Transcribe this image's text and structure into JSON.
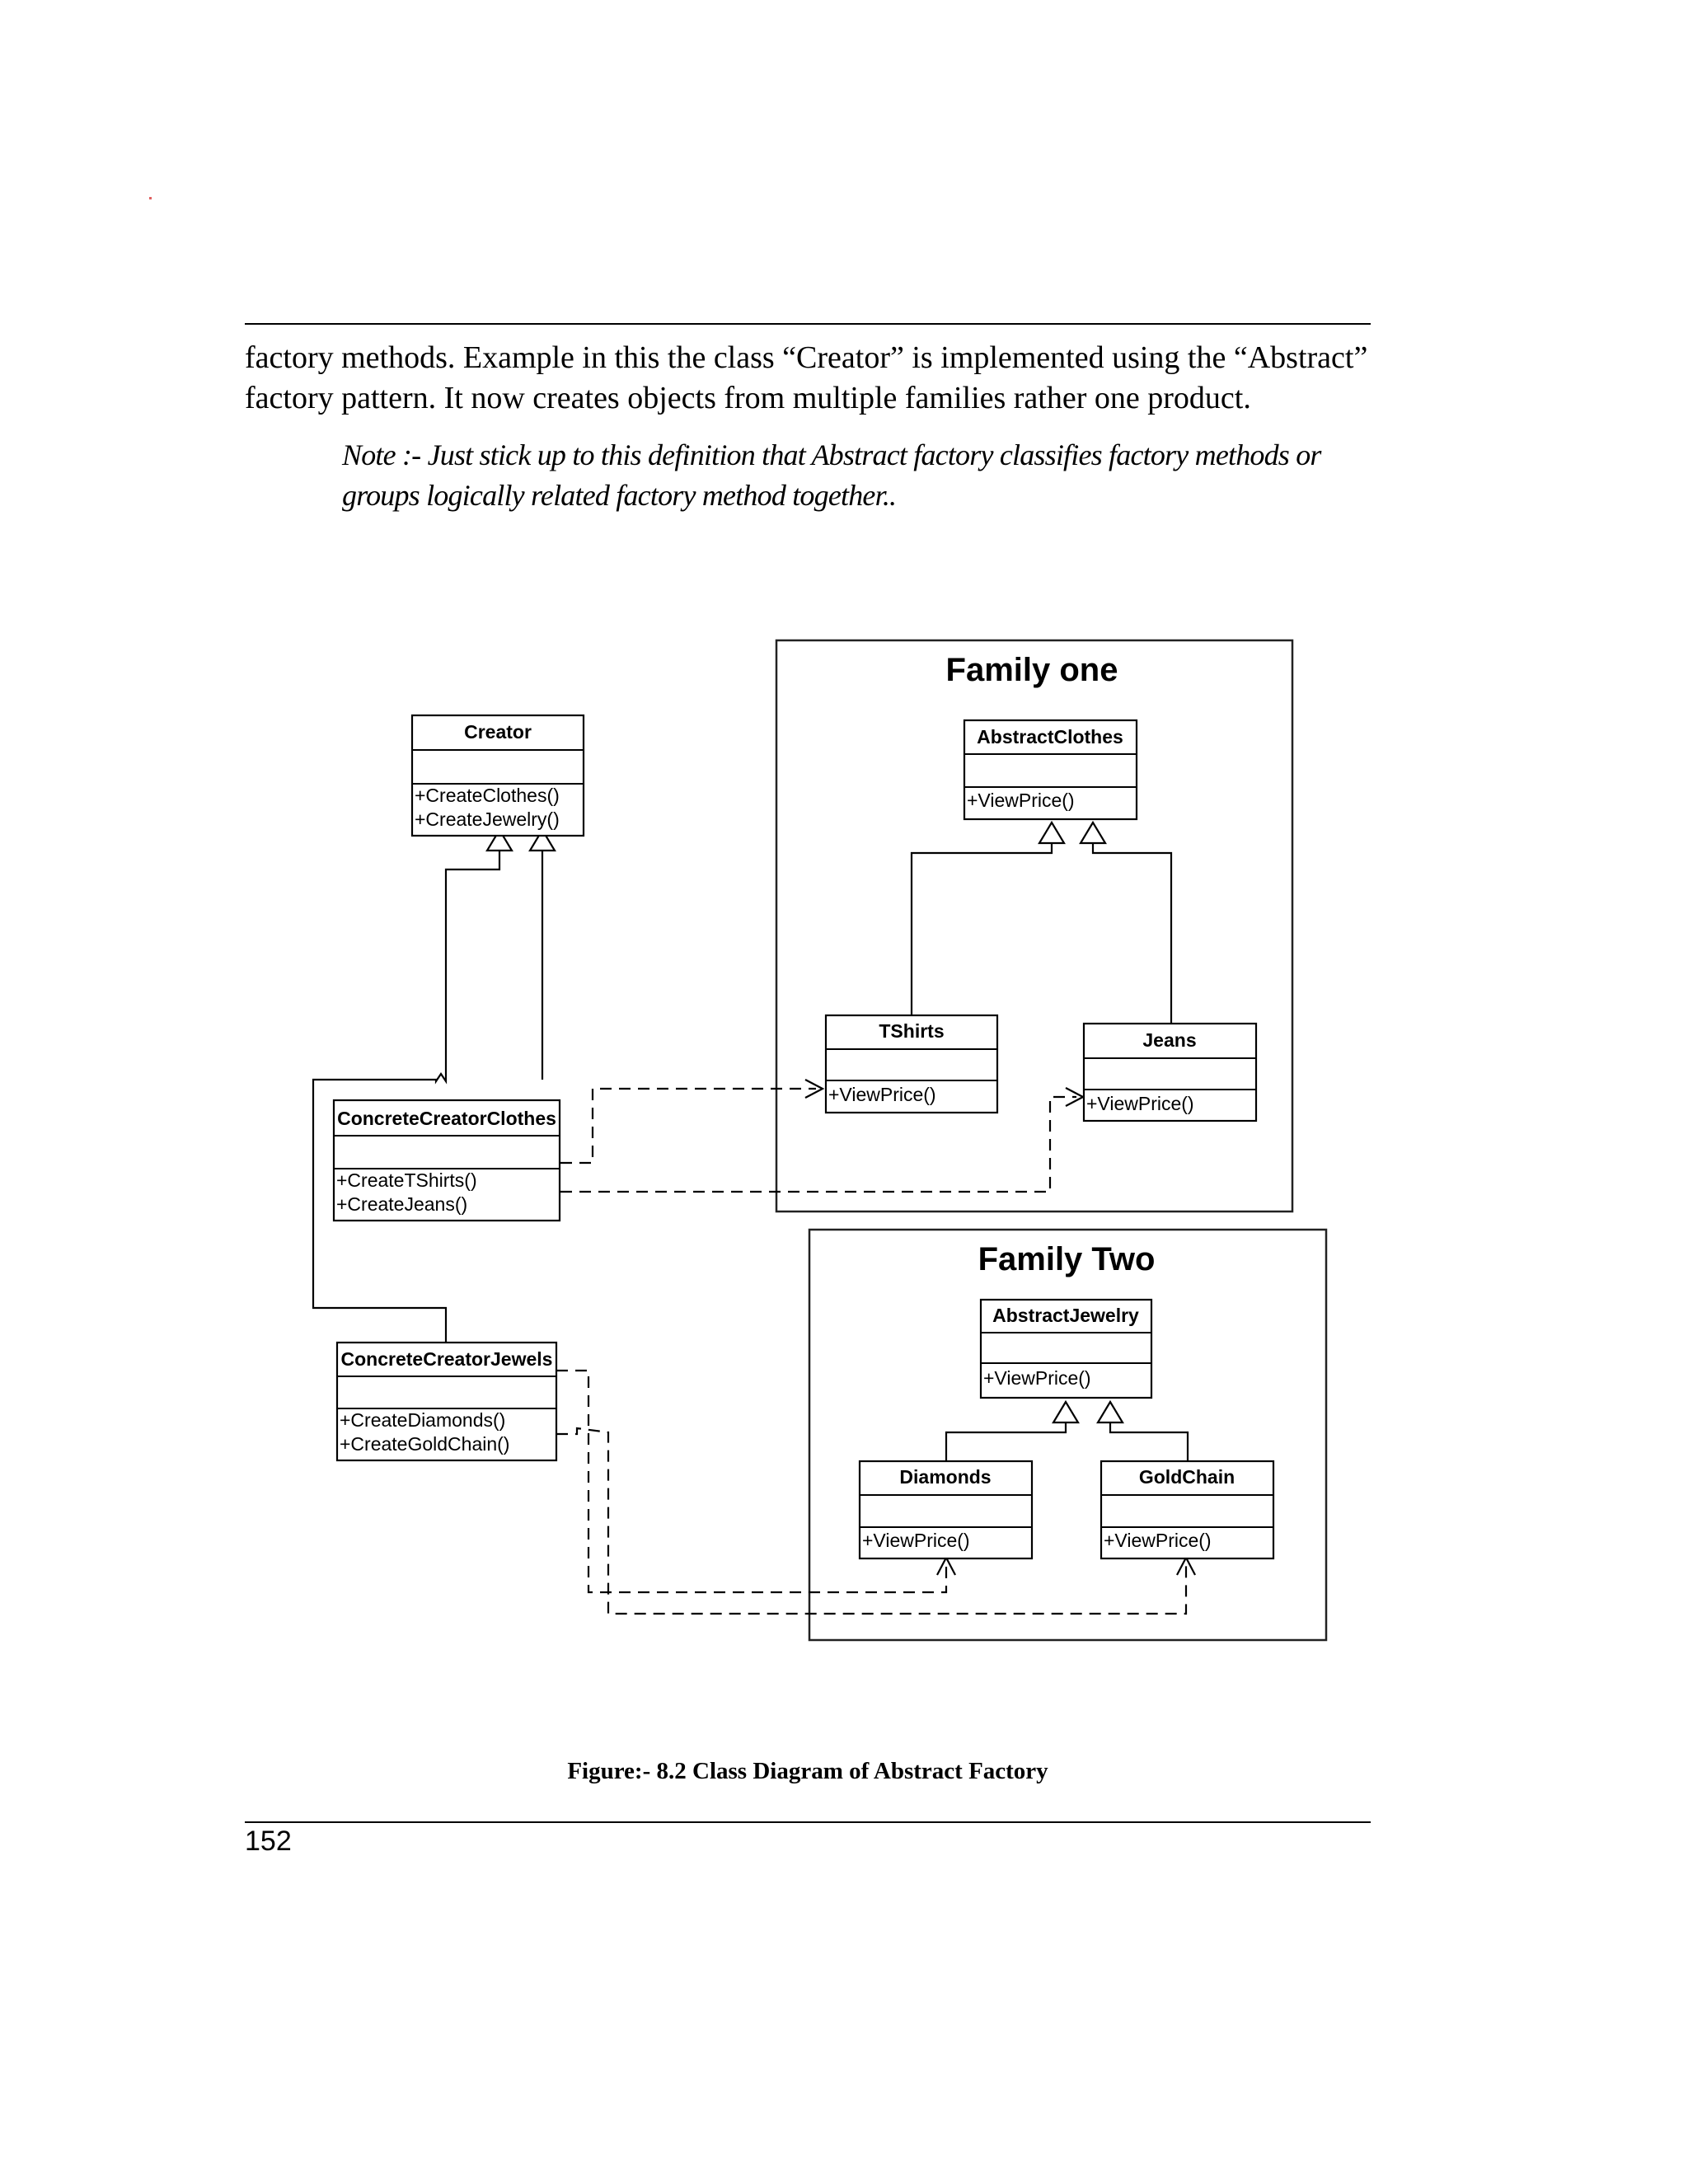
{
  "paragraph": {
    "line1": "factory methods. Example in this the class “Creator” is implemented using the “Abstract”",
    "line2": "factory pattern. It now creates objects from multiple families rather one product."
  },
  "note": {
    "line1": "Note :- Just stick up to this definition that Abstract factory classifies factory methods or",
    "line2": "groups logically related factory method together.."
  },
  "diagram": {
    "family_one_title": "Family one",
    "family_two_title": "Family Two",
    "classes": {
      "creator": {
        "name": "Creator",
        "methods": [
          "+CreateClothes()",
          "+CreateJewelry()"
        ]
      },
      "concrete_creator_clothes": {
        "name": "ConcreteCreatorClothes",
        "methods": [
          "+CreateTShirts()",
          "+CreateJeans()"
        ]
      },
      "concrete_creator_jewels": {
        "name": "ConcreteCreatorJewels",
        "methods": [
          "+CreateDiamonds()",
          "+CreateGoldChain()"
        ]
      },
      "abstract_clothes": {
        "name": "AbstractClothes",
        "methods": [
          "+ViewPrice()"
        ]
      },
      "tshirts": {
        "name": "TShirts",
        "methods": [
          "+ViewPrice()"
        ]
      },
      "jeans": {
        "name": "Jeans",
        "methods": [
          "+ViewPrice()"
        ]
      },
      "abstract_jewelry": {
        "name": "AbstractJewelry",
        "methods": [
          "+ViewPrice()"
        ]
      },
      "diamonds": {
        "name": "Diamonds",
        "methods": [
          "+ViewPrice()"
        ]
      },
      "gold_chain": {
        "name": "GoldChain",
        "methods": [
          "+ViewPrice()"
        ]
      }
    }
  },
  "caption": "Figure:- 8.2 Class Diagram of Abstract Factory",
  "page_number": "152"
}
